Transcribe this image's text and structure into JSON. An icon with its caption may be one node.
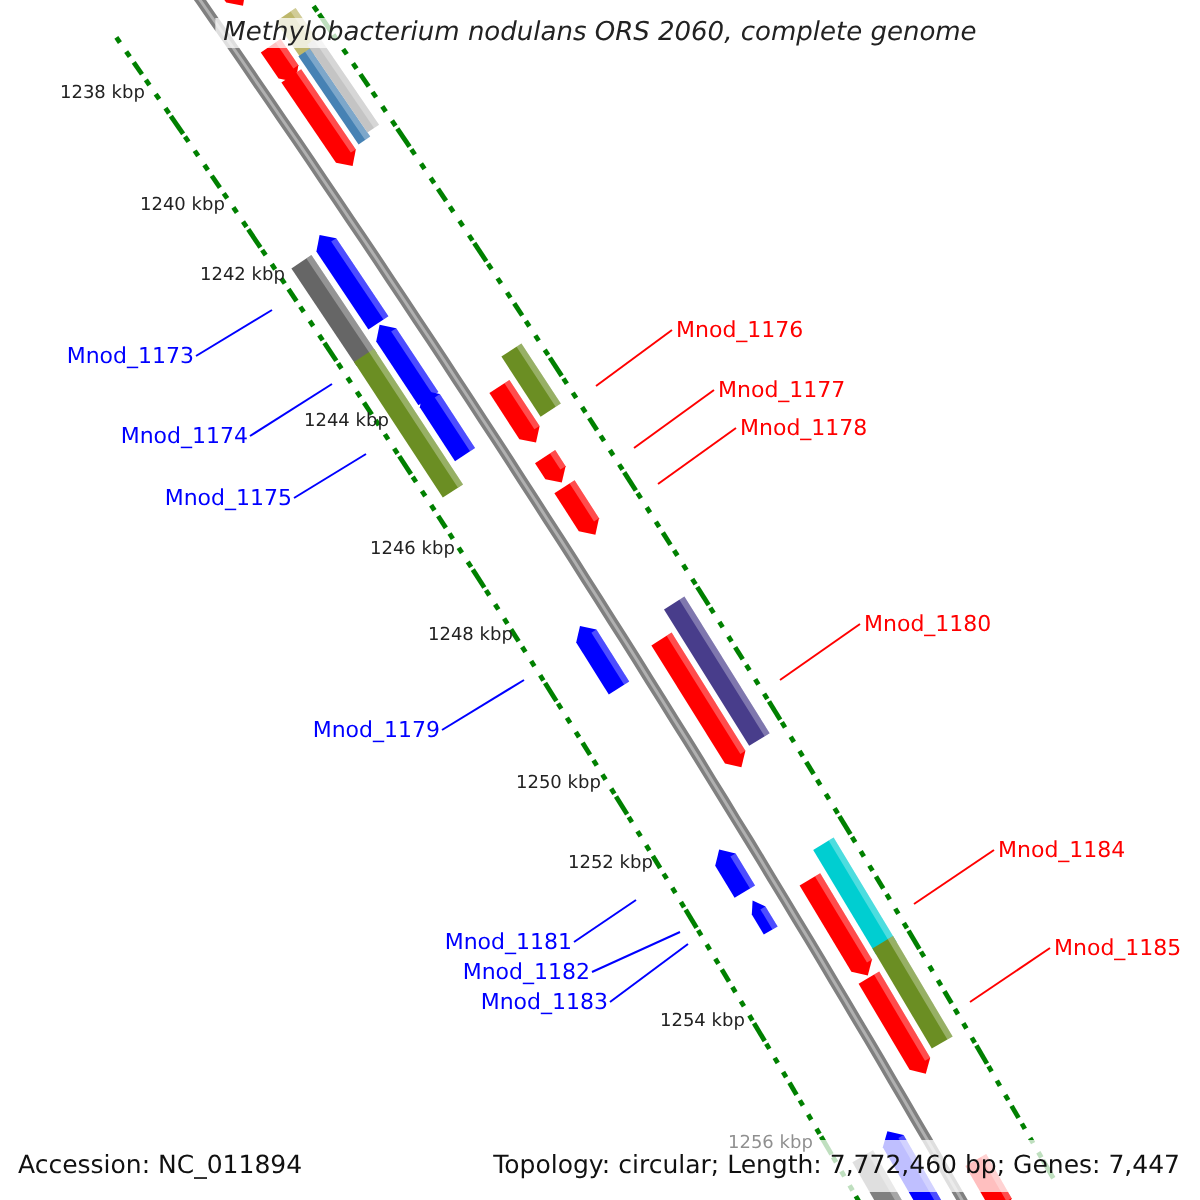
{
  "diagram": {
    "title": "Methylobacterium nodulans ORS 2060, complete genome",
    "nodes": [
      {
        "text": [
          "Mnod_1173"
        ]
      },
      {
        "text": [
          "Mnod_1174"
        ]
      },
      {
        "text": [
          "Mnod_1175"
        ]
      },
      {
        "text": [
          "Mnod_1176"
        ]
      },
      {
        "text": [
          "Mnod_1177"
        ]
      },
      {
        "text": [
          "Mnod_1178"
        ]
      },
      {
        "text": [
          "Mnod_1179"
        ]
      },
      {
        "text": [
          "Mnod_1180"
        ]
      },
      {
        "text": [
          "Mnod_1181"
        ]
      },
      {
        "text": [
          "Mnod_1182"
        ]
      },
      {
        "text": [
          "Mnod_1183"
        ]
      },
      {
        "text": [
          "Mnod_1184"
        ]
      },
      {
        "text": [
          "Mnod_1185"
        ]
      }
    ],
    "edges": [
      {
        "from": 0,
        "to": null,
        "arrow": "none"
      },
      {
        "from": 1,
        "to": null,
        "arrow": "none"
      },
      {
        "from": 2,
        "to": null,
        "arrow": "none"
      },
      {
        "from": 3,
        "to": null,
        "arrow": "none",
        "color": "#ff0000"
      },
      {
        "from": 4,
        "to": null,
        "arrow": "none",
        "color": "#ff0000"
      },
      {
        "from": 5,
        "to": null,
        "arrow": "none",
        "color": "#ff0000"
      },
      {
        "from": 6,
        "to": null,
        "arrow": "none"
      },
      {
        "from": 7,
        "to": null,
        "arrow": "none",
        "color": "#ff0000"
      },
      {
        "from": 8,
        "to": null,
        "arrow": "none"
      },
      {
        "from": 9,
        "to": null,
        "arrow": "none"
      },
      {
        "from": 10,
        "to": null,
        "arrow": "none"
      },
      {
        "from": 11,
        "to": null,
        "arrow": "none",
        "color": "#ff0000"
      },
      {
        "from": 12,
        "to": null,
        "arrow": "none",
        "color": "#ff0000"
      }
    ],
    "labels": [
      "1238 kbp",
      "1240 kbp",
      "1242 kbp",
      "1244 kbp",
      "1246 kbp",
      "1248 kbp",
      "1250 kbp",
      "1252 kbp",
      "1254 kbp",
      "1256 kbp",
      "Accession: NC_011894",
      "Topology: circular; Length: 7,772,460 bp; Genes: 7,447"
    ]
  }
}
